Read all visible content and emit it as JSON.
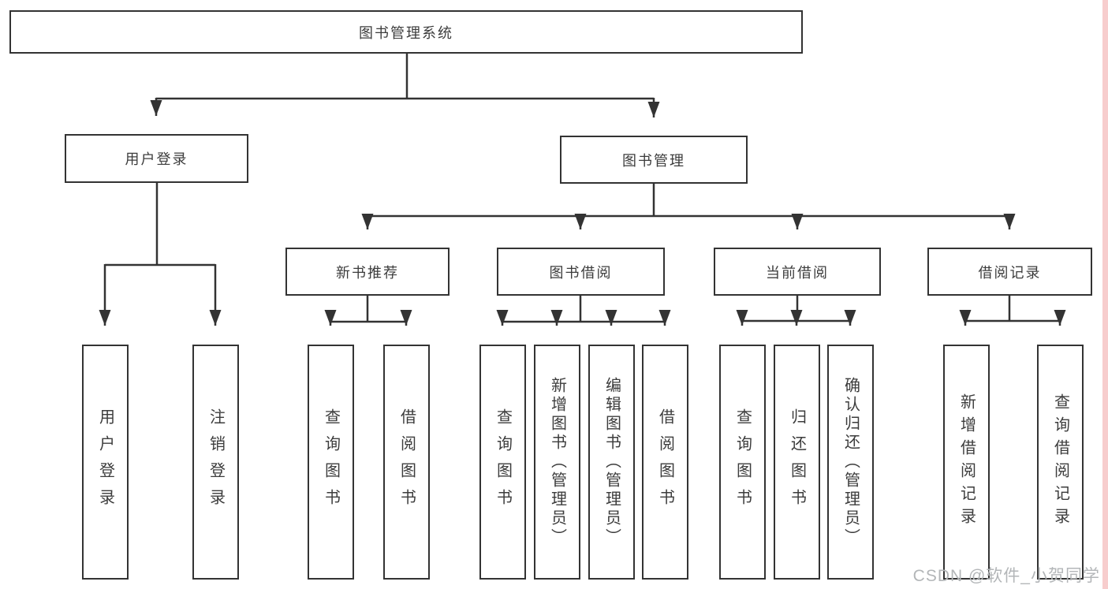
{
  "diagram": {
    "root": {
      "label": "图书管理系统"
    },
    "level2": [
      {
        "label": "用户登录"
      },
      {
        "label": "图书管理"
      }
    ],
    "level3": [
      {
        "label": "新书推荐"
      },
      {
        "label": "图书借阅"
      },
      {
        "label": "当前借阅"
      },
      {
        "label": "借阅记录"
      }
    ],
    "leaves": {
      "user_login": [
        "用户登录",
        "注销登录"
      ],
      "new_books": [
        "查询图书",
        "借阅图书"
      ],
      "borrow": [
        "查询图书",
        "新增图书（管理员）",
        "编辑图书（管理员）",
        "借阅图书"
      ],
      "current": [
        "查询图书",
        "归还图书",
        "确认归还（管理员）"
      ],
      "records": [
        "新增借阅记录",
        "查询借阅记录"
      ]
    }
  },
  "watermark": "CSDN @软件_小贺同学",
  "colors": {
    "line": "#333333",
    "text": "#3c3c3c",
    "watermark": "#b3b6b8",
    "edge_strip": "#f7cdcd"
  }
}
